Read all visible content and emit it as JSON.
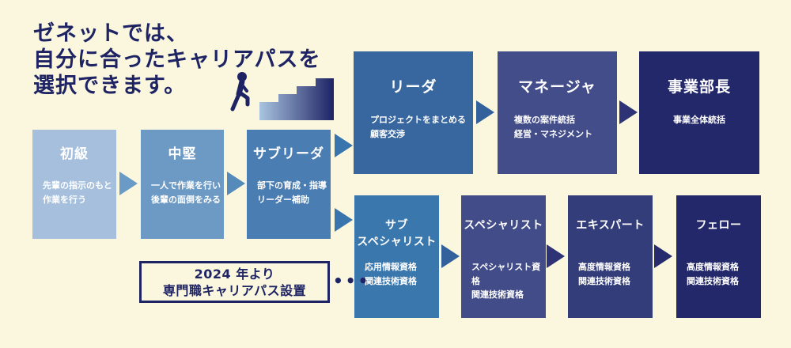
{
  "page": {
    "background": "#FAF7DE",
    "accent_navy": "#1E2364"
  },
  "header": {
    "lines": [
      "ゼネットでは、",
      "自分に合ったキャリアパスを",
      "選択できます。"
    ]
  },
  "stairs_icon": {
    "label": "person-climbing-stairs",
    "gradient_from": "#A9C4E0",
    "gradient_to": "#1E2364"
  },
  "boxes": [
    {
      "id": "shokyu",
      "title_lines": [
        "初級"
      ],
      "desc_lines": [
        "先輩の指示のもと",
        "作業を行う"
      ],
      "color": "#A5BFDC"
    },
    {
      "id": "chuken",
      "title_lines": [
        "中堅"
      ],
      "desc_lines": [
        "一人で作業を行い",
        "後輩の面倒をみる"
      ],
      "color": "#6C9AC4"
    },
    {
      "id": "sub-leader",
      "title_lines": [
        "サブリーダ"
      ],
      "desc_lines": [
        "部下の育成・指導",
        "リーダー補助"
      ],
      "color": "#4A7DB2"
    },
    {
      "id": "leader",
      "title_lines": [
        "リーダ"
      ],
      "desc_lines": [
        "プロジェクトをまとめる",
        "顧客交渉"
      ],
      "color": "#38669F"
    },
    {
      "id": "manager",
      "title_lines": [
        "マネージャ"
      ],
      "desc_lines": [
        "複数の案件統括",
        "経営・マネジメント"
      ],
      "color": "#434D8A"
    },
    {
      "id": "division-head",
      "title_lines": [
        "事業部長"
      ],
      "desc_lines": [
        "事業全体統括"
      ],
      "color": "#23286B"
    },
    {
      "id": "sub-specialist",
      "title_lines": [
        "サブ",
        "スペシャリスト"
      ],
      "desc_lines": [
        "応用情報資格",
        "関連技術資格"
      ],
      "color": "#3A77AD"
    },
    {
      "id": "specialist",
      "title_lines": [
        "スペシャリスト"
      ],
      "desc_lines": [
        "スペシャリスト資格",
        "関連技術資格"
      ],
      "color": "#424C88"
    },
    {
      "id": "expert",
      "title_lines": [
        "エキスパート"
      ],
      "desc_lines": [
        "高度情報資格",
        "関連技術資格"
      ],
      "color": "#333D7A"
    },
    {
      "id": "fellow",
      "title_lines": [
        "フェロー"
      ],
      "desc_lines": [
        "高度情報資格",
        "関連技術資格"
      ],
      "color": "#23286B"
    }
  ],
  "arrows": [
    {
      "from": "shokyu",
      "to": "chuken",
      "color": "#6A9AC6"
    },
    {
      "from": "chuken",
      "to": "sub-leader",
      "color": "#548BBA"
    },
    {
      "from": "sub-leader",
      "to": "leader",
      "color": "#3A74AD"
    },
    {
      "from": "sub-leader",
      "to": "sub-specialist",
      "color": "#3A74AD"
    },
    {
      "from": "leader",
      "to": "manager",
      "color": "#33619C"
    },
    {
      "from": "manager",
      "to": "division-head",
      "color": "#2E3376"
    },
    {
      "from": "sub-specialist",
      "to": "specialist",
      "color": "#33619C"
    },
    {
      "from": "specialist",
      "to": "expert",
      "color": "#2E3376"
    },
    {
      "from": "expert",
      "to": "fellow",
      "color": "#262B6D"
    }
  ],
  "note_box": {
    "lines": [
      "2024 年より",
      "専門職キャリアパス設置"
    ],
    "dots": "•••"
  }
}
